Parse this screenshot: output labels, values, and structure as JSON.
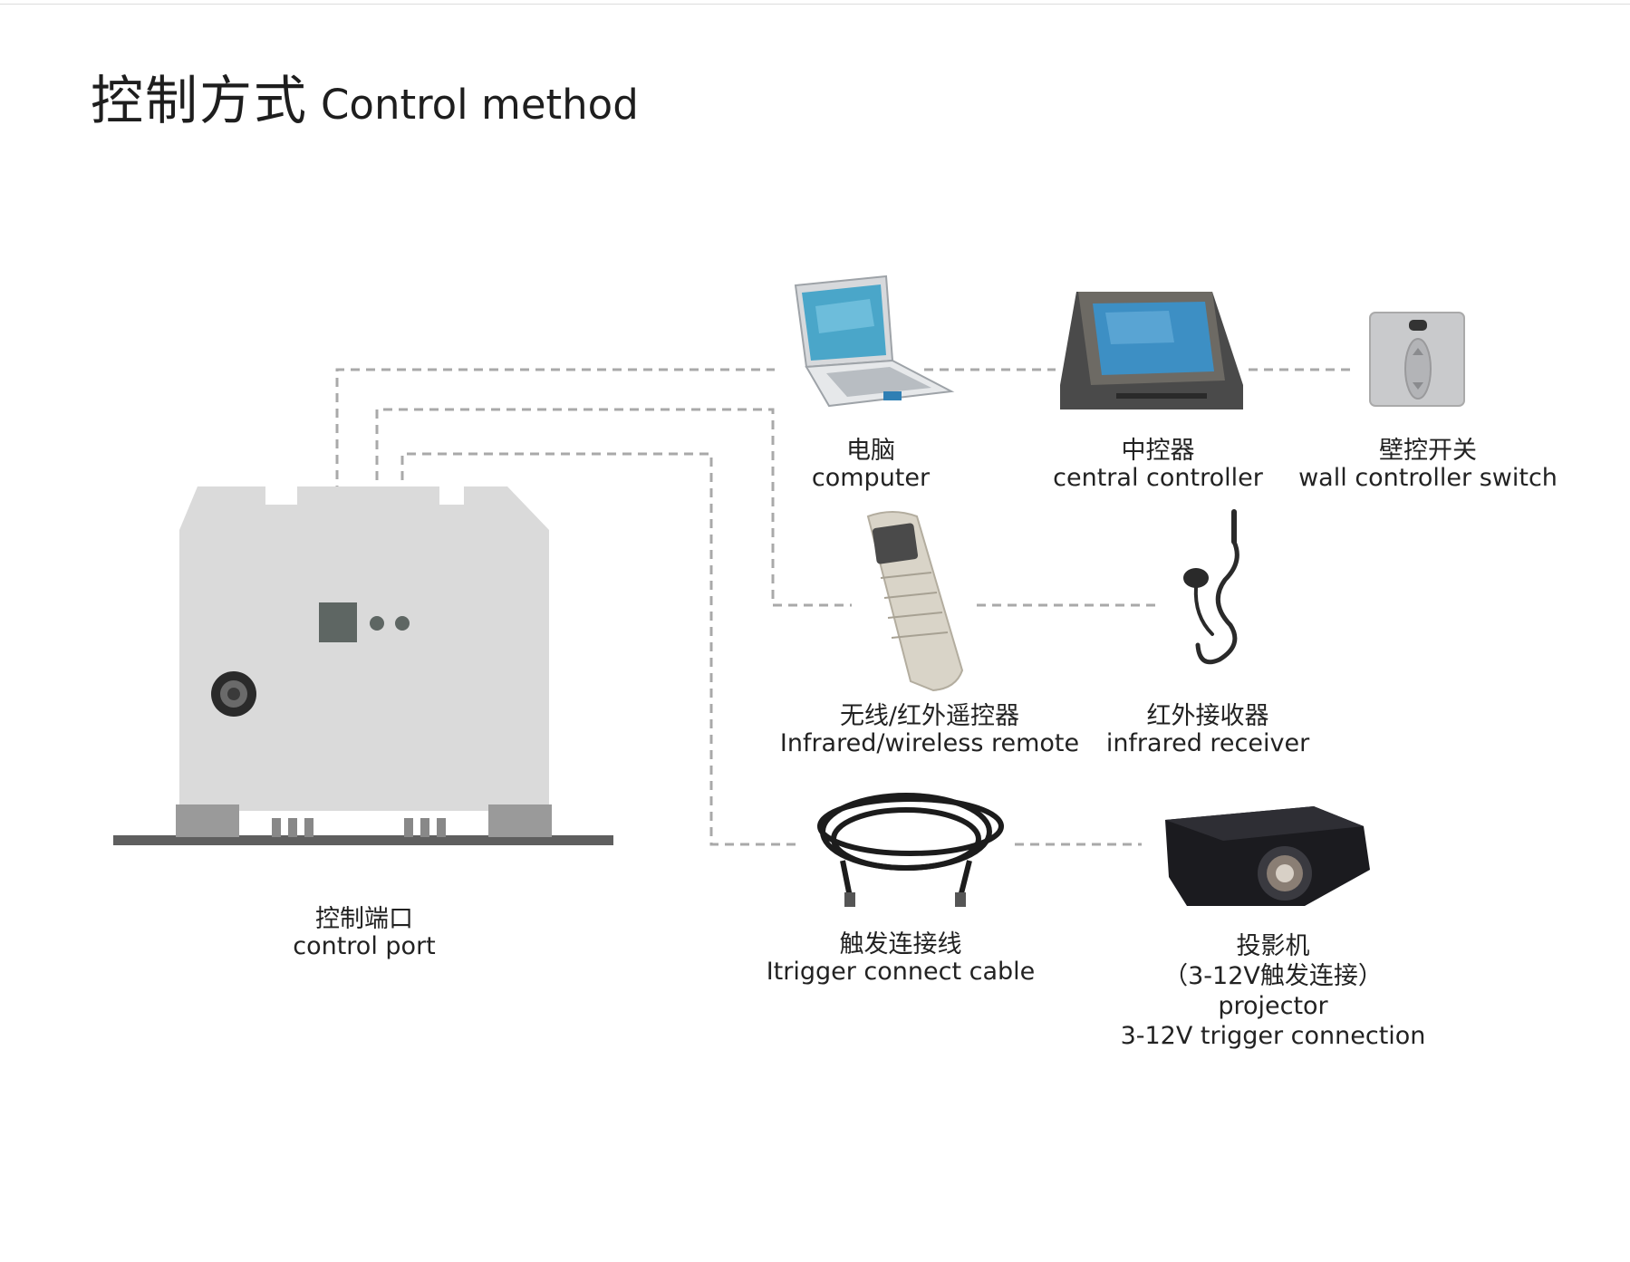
{
  "title": {
    "zh": "控制方式",
    "en": "Control method"
  },
  "devices": {
    "computer": {
      "zh": "电脑",
      "en": "computer"
    },
    "central_controller": {
      "zh": "中控器",
      "en": "central controller"
    },
    "wall_switch": {
      "zh": "壁控开关",
      "en": "wall controller switch"
    },
    "remote": {
      "zh": "无线/红外遥控器",
      "en": "Infrared/wireless remote"
    },
    "ir_receiver": {
      "zh": "红外接收器",
      "en": "infrared receiver"
    },
    "trigger_cable": {
      "zh": "触发连接线",
      "en": "Itrigger connect cable"
    },
    "projector": {
      "zh": "投影机",
      "zh_note": "（3-12V触发连接）",
      "en": "projector",
      "en_note": "3-12V trigger connection"
    },
    "control_port": {
      "zh": "控制端口",
      "en": "control port"
    }
  },
  "colors": {
    "dashed_line": "#a9a9a9",
    "device_body": "#dadada",
    "device_dark": "#666666",
    "text": "#222222"
  }
}
